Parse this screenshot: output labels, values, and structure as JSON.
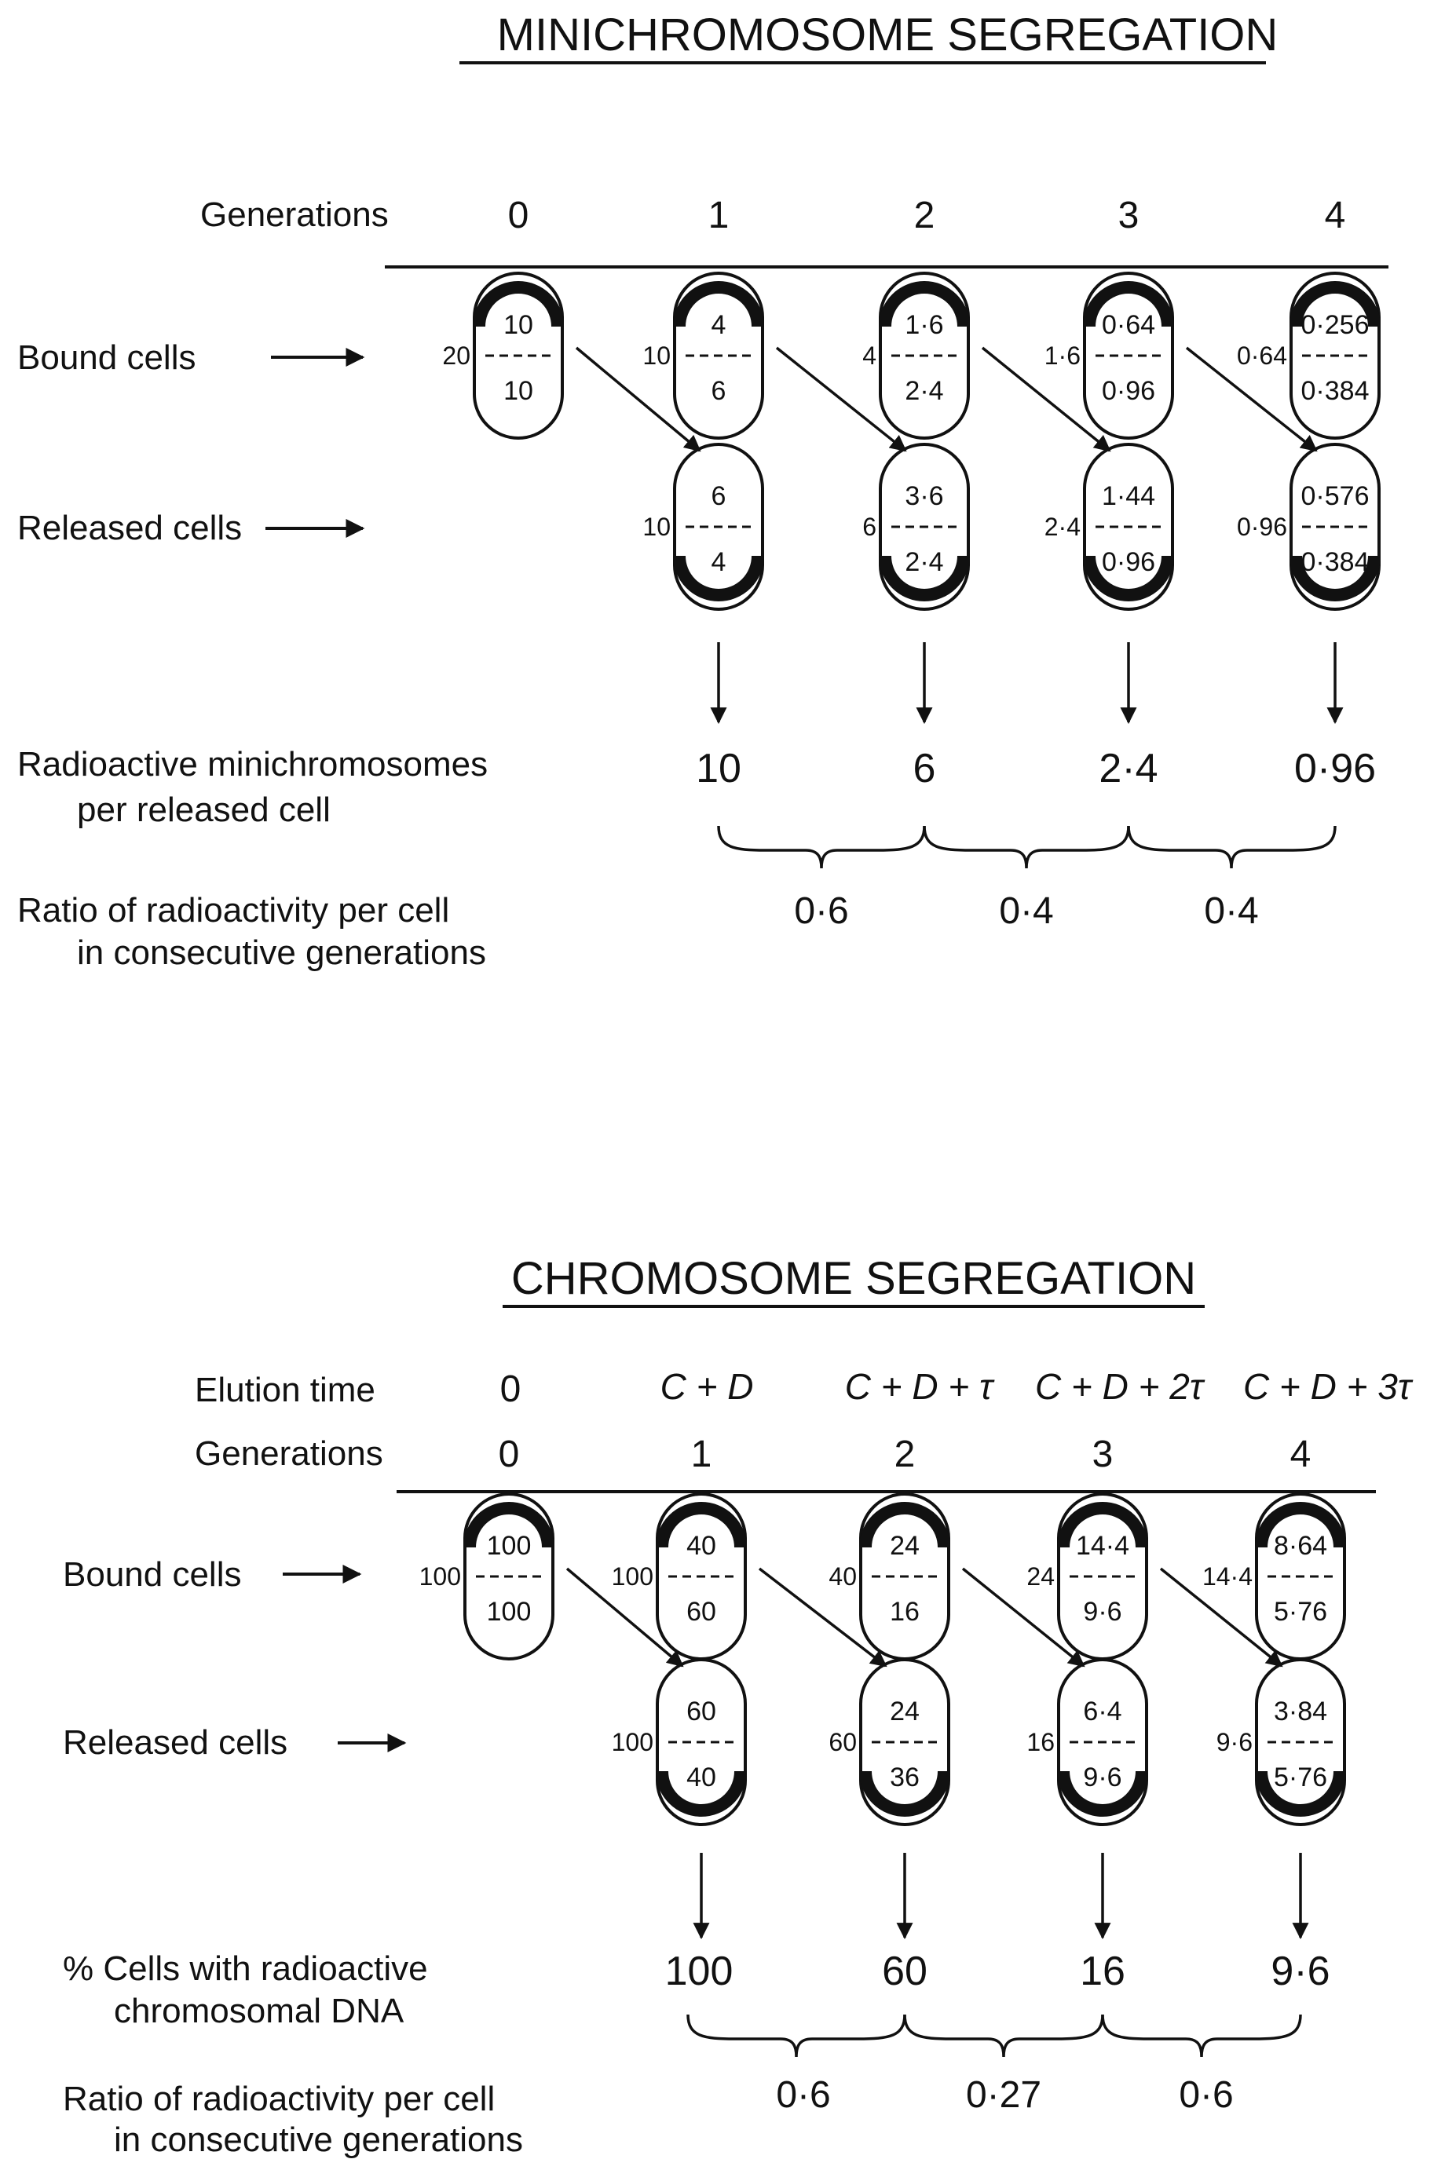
{
  "minichromosome": {
    "title": "MINICHROMOSOME SEGREGATION",
    "generations_label": "Generations",
    "generations": [
      "0",
      "1",
      "2",
      "3",
      "4"
    ],
    "bound_label": "Bound cells",
    "released_label": "Released cells",
    "bound_cells": [
      {
        "side": "20",
        "top": "10",
        "bottom": "10"
      },
      {
        "side": "10",
        "top": "4",
        "bottom": "6"
      },
      {
        "side": "4",
        "top": "1·6",
        "bottom": "2·4"
      },
      {
        "side": "1·6",
        "top": "0·64",
        "bottom": "0·96"
      },
      {
        "side": "0·64",
        "top": "0·256",
        "bottom": "0·384"
      }
    ],
    "released_cells": [
      {
        "side": "10",
        "top": "6",
        "bottom": "4"
      },
      {
        "side": "6",
        "top": "3·6",
        "bottom": "2·4"
      },
      {
        "side": "2·4",
        "top": "1·44",
        "bottom": "0·96"
      },
      {
        "side": "0·96",
        "top": "0·576",
        "bottom": "0·384"
      }
    ],
    "result_label_1": "Radioactive minichromosomes",
    "result_label_2": "per released cell",
    "results": [
      "10",
      "6",
      "2·4",
      "0·96"
    ],
    "ratio_label_1": "Ratio of radioactivity per cell",
    "ratio_label_2": "in consecutive generations",
    "ratios": [
      "0·6",
      "0·4",
      "0·4"
    ]
  },
  "chromosome": {
    "title": "CHROMOSOME SEGREGATION",
    "elution_label": "Elution time",
    "elution_times": [
      "0",
      "C + D",
      "C + D + τ",
      "C + D + 2τ",
      "C + D + 3τ"
    ],
    "generations_label": "Generations",
    "generations": [
      "0",
      "1",
      "2",
      "3",
      "4"
    ],
    "bound_label": "Bound cells",
    "released_label": "Released cells",
    "bound_cells": [
      {
        "side": "100",
        "top": "100",
        "bottom": "100"
      },
      {
        "side": "100",
        "top": "40",
        "bottom": "60"
      },
      {
        "side": "40",
        "top": "24",
        "bottom": "16"
      },
      {
        "side": "24",
        "top": "14·4",
        "bottom": "9·6"
      },
      {
        "side": "14·4",
        "top": "8·64",
        "bottom": "5·76"
      }
    ],
    "released_cells": [
      {
        "side": "100",
        "top": "60",
        "bottom": "40"
      },
      {
        "side": "60",
        "top": "24",
        "bottom": "36"
      },
      {
        "side": "16",
        "top": "6·4",
        "bottom": "9·6"
      },
      {
        "side": "9·6",
        "top": "3·84",
        "bottom": "5·76"
      }
    ],
    "result_label_1": "% Cells with radioactive",
    "result_label_2": "chromosomal DNA",
    "results": [
      "100",
      "60",
      "16",
      "9·6"
    ],
    "ratio_label_1": "Ratio of radioactivity per cell",
    "ratio_label_2": "in consecutive generations",
    "ratios": [
      "0·6",
      "0·27",
      "0·6"
    ]
  }
}
